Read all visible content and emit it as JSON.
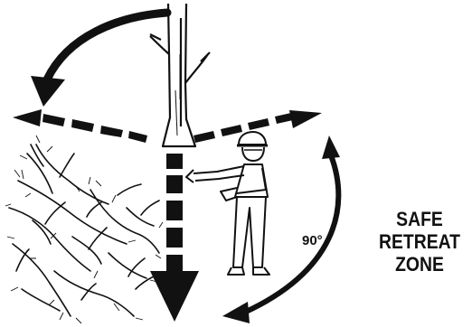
{
  "diagram": {
    "angle_label": "90°",
    "zone_label_lines": [
      "SAFE",
      "RETREAT",
      "ZONE"
    ]
  },
  "icons": {
    "tree": "standing-tree-trunk-icon",
    "fallen_tree": "fallen-tree-branches-icon",
    "worker": "worker-with-hardhat-icon"
  },
  "colors": {
    "ink": "#111111",
    "background": "#ffffff"
  }
}
